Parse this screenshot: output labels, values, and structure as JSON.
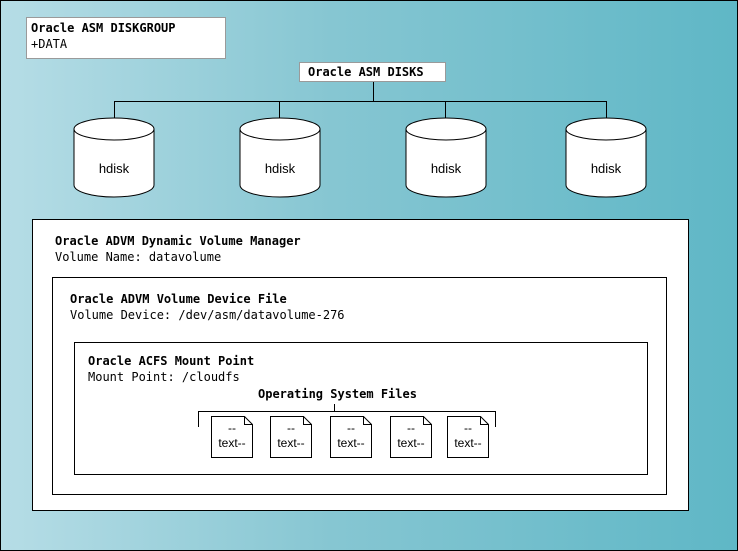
{
  "diskgroup": {
    "title": "Oracle ASM DISKGROUP",
    "name": "+DATA"
  },
  "disks": {
    "title": "Oracle ASM DISKS",
    "items": [
      "hdisk",
      "hdisk",
      "hdisk",
      "hdisk"
    ]
  },
  "advm": {
    "title": "Oracle ADVM Dynamic Volume Manager",
    "subtitle": "Volume Name: datavolume"
  },
  "device": {
    "title": "Oracle ADVM Volume Device File",
    "subtitle": "Volume Device: /dev/asm/datavolume-276"
  },
  "acfs": {
    "title": "Oracle ACFS Mount Point",
    "subtitle": "Mount Point: /cloudfs"
  },
  "os_files": {
    "title": "Operating System Files",
    "items": [
      {
        "line1": "--",
        "line2": "text--"
      },
      {
        "line1": "--",
        "line2": "text--"
      },
      {
        "line1": "--",
        "line2": "text--"
      },
      {
        "line1": "--",
        "line2": "text--"
      },
      {
        "line1": "--",
        "line2": "text--"
      }
    ]
  },
  "colors": {
    "bg_start": "#b6dde6",
    "bg_end": "#5fb7c6"
  },
  "icons": {
    "disk": "cylinder-icon",
    "file": "document-icon"
  }
}
